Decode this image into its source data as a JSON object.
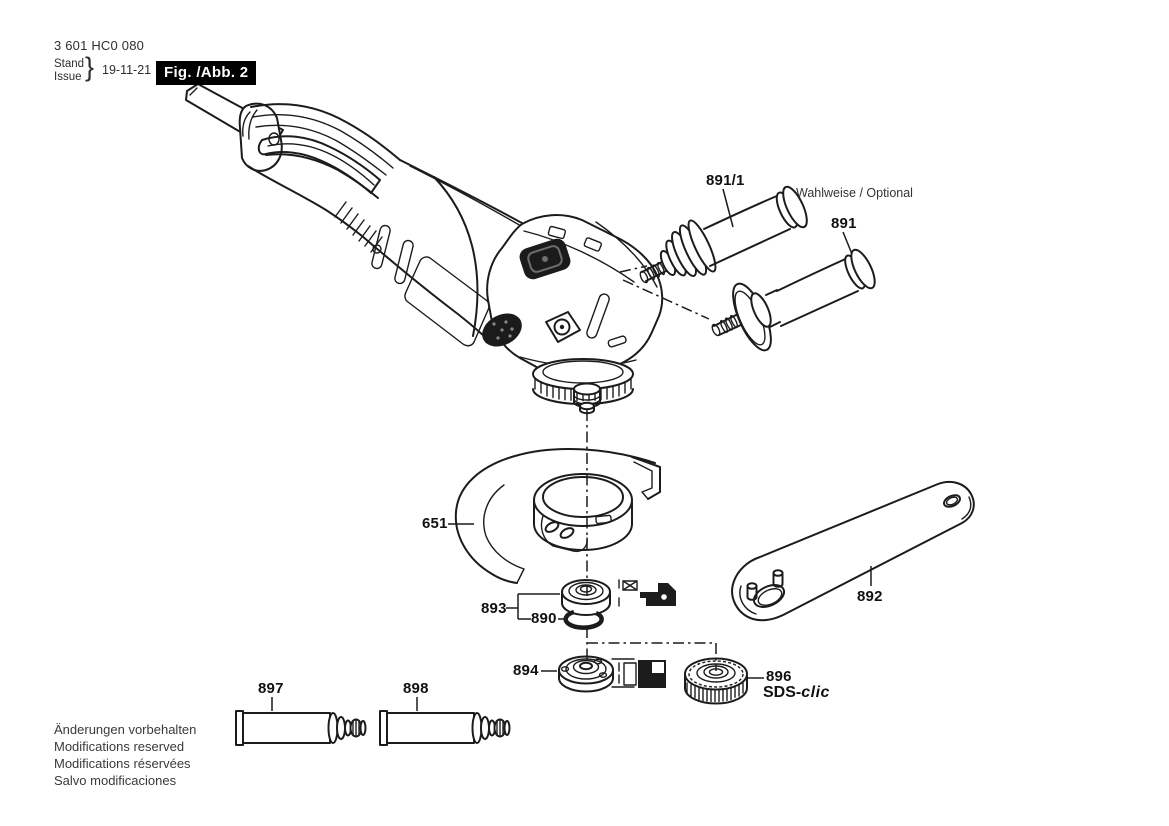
{
  "page": {
    "title_number": "3 601 HC0 080",
    "revision": {
      "label_top": "Stand",
      "label_bottom": "Issue",
      "brace": "}",
      "date": "19-11-21"
    },
    "figure_badge": "Fig. /Abb. 2",
    "footer_lines": [
      "Änderungen vorbehalten",
      "Modifications reserved",
      "Modifications réservées",
      "Salvo modificaciones"
    ]
  },
  "annotations": {
    "optional_note": "Wahlweise / Optional",
    "sds_prefix": "SDS-",
    "sds_suffix": "clic"
  },
  "callouts": {
    "c891_1": "891/1",
    "c891": "891",
    "c651": "651",
    "c893": "893",
    "c890": "890",
    "c894": "894",
    "c892": "892",
    "c896": "896",
    "c897": "897",
    "c898": "898"
  },
  "colors": {
    "ink": "#1c1c1c",
    "text_muted": "#3a3a3a",
    "badge_bg": "#000000",
    "badge_fg": "#ffffff"
  }
}
